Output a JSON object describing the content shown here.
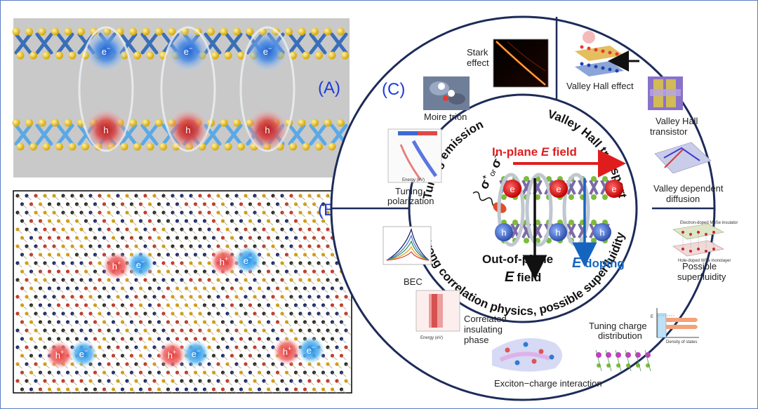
{
  "panels": {
    "a": {
      "label": "(A)",
      "electron": "e",
      "hole": "h"
    },
    "b": {
      "label": "(B)",
      "electron": "e",
      "hole": "h"
    },
    "c": {
      "label": "(C)"
    }
  },
  "ring": {
    "tuning_emission": "Tuning emission",
    "valley_hall_transport": "Valley Hall transport",
    "strong_correlation": "Strong correlation physics, possible superfluidity"
  },
  "center": {
    "inplane_prefix": "In-plane ",
    "inplane_E": "E",
    "inplane_suffix": " field",
    "sigma_plus": "σ",
    "sigma_or": "or",
    "sigma_minus": "σ",
    "outofplane": "Out-of-plane",
    "outofplane_E": "E",
    "outofplane_field": "field",
    "doping_E": "E",
    "doping": " doping",
    "electron": "e",
    "hole": "h"
  },
  "captions": {
    "stark": [
      "Stark",
      "effect"
    ],
    "moire_trion": "Moire trion",
    "tuning_polarization": [
      "Tuning",
      "polarization"
    ],
    "valley_hall_effect": "Valley Hall effect",
    "valley_hall_transistor": [
      "Valley Hall",
      "transistor"
    ],
    "valley_dependent_diffusion": [
      "Valley dependent",
      "diffusion"
    ],
    "bec": "BEC",
    "possible_superfluidity": [
      "Possible",
      "superfluidity"
    ],
    "correlated_insulating": [
      "Correlated",
      "insulating",
      "phase"
    ],
    "tuning_charge": [
      "Tuning charge",
      "distribution"
    ],
    "exciton_charge": "Exciton−charge interaction"
  },
  "inset_text": {
    "density_of_states": "Density of states",
    "electron_doped": "Electron-doped MoSe insulator",
    "hole_doped": "Hole-doped WSe monolayer",
    "energy": "Energy (eV)",
    "ef": "E"
  },
  "colors": {
    "sulfur": "#e8c12a",
    "metal_top": "#3a6fb8",
    "metal_bottom": "#5aa9e6",
    "hole": "#c62828",
    "electron": "#1e6fd9",
    "label_blue": "#1f3cd6",
    "field_red": "#e01d1d",
    "doping_blue": "#1565c0"
  }
}
